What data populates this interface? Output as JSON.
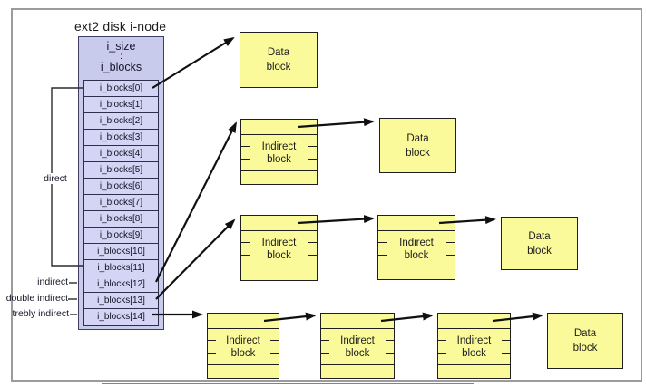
{
  "diagram": {
    "title": "ext2 disk i-node",
    "inode": {
      "field_size": "i_size",
      "field_ellipsis": ":",
      "field_blocks": "i_blocks",
      "block_entries": [
        "i_blocks[0]",
        "i_blocks[1]",
        "i_blocks[2]",
        "i_blocks[3]",
        "i_blocks[4]",
        "i_blocks[5]",
        "i_blocks[6]",
        "i_blocks[7]",
        "i_blocks[8]",
        "i_blocks[9]",
        "i_blocks[10]",
        "i_blocks[11]",
        "i_blocks[12]",
        "i_blocks[13]",
        "i_blocks[14]"
      ]
    },
    "pointer_labels": {
      "direct": "direct",
      "indirect": "indirect",
      "double_indirect": "double indirect",
      "trebly_indirect": "trebly indirect"
    },
    "block_labels": {
      "data_line1": "Data",
      "data_line2": "block",
      "indirect_line1": "Indirect",
      "indirect_line2": "block"
    },
    "colors": {
      "inode_fill": "#c9cbed",
      "inode_cell_fill": "#d4d5f4",
      "block_fill": "#fafa9a",
      "border_dark": "#1f1f1f",
      "arrow": "#101010",
      "frame_border": "#9b9b9b",
      "underline_red": "#ab3b2e"
    }
  }
}
